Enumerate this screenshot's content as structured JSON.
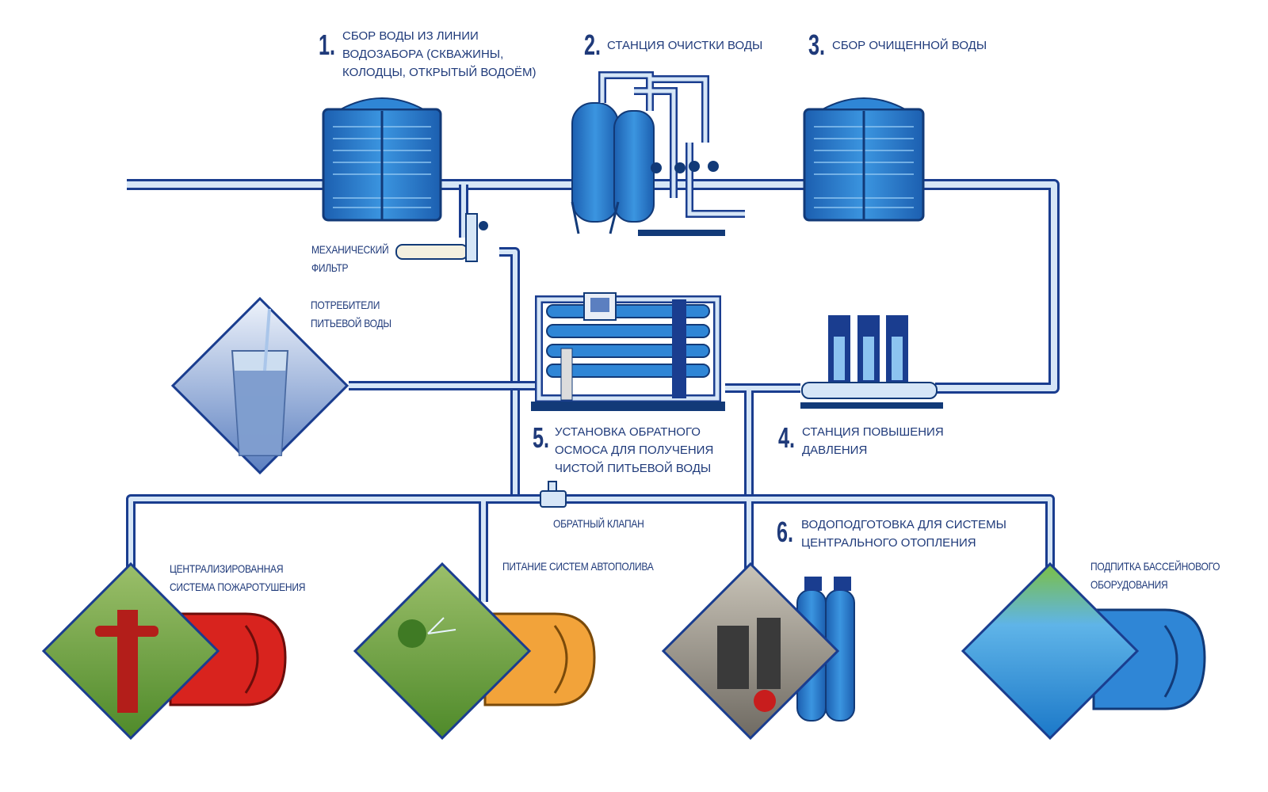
{
  "steps": [
    {
      "number": "1.",
      "text_lines": [
        "Сбор воды из линии",
        "водозабора (скважины,",
        "колодцы, открытый водоём)"
      ]
    },
    {
      "number": "2.",
      "text_lines": [
        "Станция очистки воды"
      ]
    },
    {
      "number": "3.",
      "text_lines": [
        "Сбор очищенной воды"
      ]
    },
    {
      "number": "4.",
      "text_lines": [
        "Станция повышения",
        "давления"
      ]
    },
    {
      "number": "5.",
      "text_lines": [
        "Установка обратного",
        "осмоса для получения",
        "чистой питьевой воды"
      ]
    },
    {
      "number": "6.",
      "text_lines": [
        "Водоподготовка для системы",
        "центрального отопления"
      ]
    }
  ],
  "labels": {
    "mech_filter": [
      "Механический",
      "фильтр"
    ],
    "drinking": [
      "Потребители",
      "питьевой воды"
    ],
    "check_valve": "Обратный клапан",
    "fire": [
      "Централизированная",
      "система пожаротушения"
    ],
    "irrigation": "Питание систем автополива",
    "pool": [
      "Подпитка бассейнового",
      "оборудования"
    ]
  },
  "colors": {
    "text": "#1f3a7a",
    "pipe_fill": "#d6e6f7",
    "pipe_outline": "#1a3d8f",
    "tank_blue": "#2f86d6",
    "tank_red": "#d8231e",
    "tank_orange": "#f2a33a"
  }
}
